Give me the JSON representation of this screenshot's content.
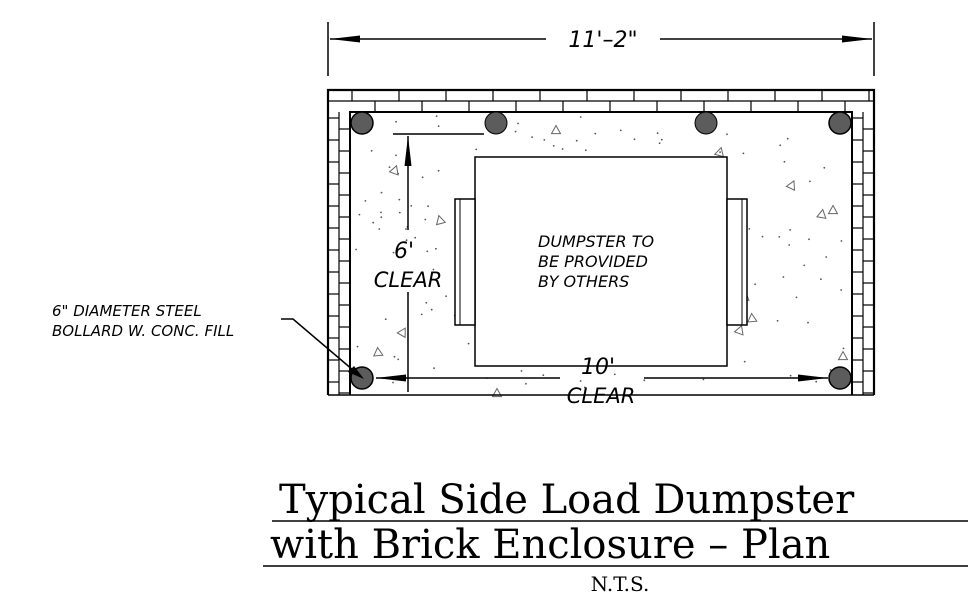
{
  "dimensions": {
    "overall_width": "11'–2\"",
    "clear_depth_value": "6'",
    "clear_depth_label": "CLEAR",
    "clear_width_value": "10'",
    "clear_width_label": "CLEAR"
  },
  "dumpster_note": [
    "DUMPSTER TO",
    "BE PROVIDED",
    "BY OTHERS"
  ],
  "bollard_note": [
    "6\" DIAMETER STEEL",
    "BOLLARD W. CONC. FILL"
  ],
  "title": {
    "line1": "Typical Side Load Dumpster",
    "line2": "with Brick Enclosure – Plan",
    "scale": "N.T.S."
  },
  "colors": {
    "line": "#000000",
    "bollard_fill": "#5c5c5c",
    "background": "#ffffff"
  }
}
